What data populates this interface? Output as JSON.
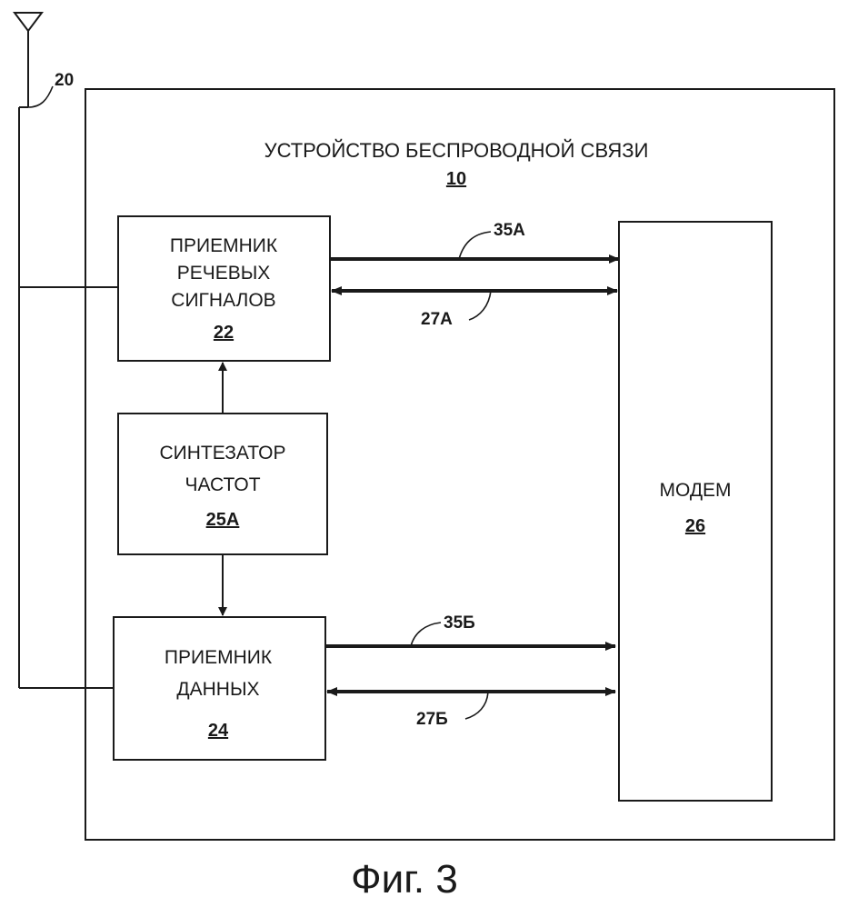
{
  "antenna": {
    "ref": "20"
  },
  "device": {
    "title": "УСТРОЙСТВО БЕСПРОВОДНОЙ СВЯЗИ",
    "number": "10"
  },
  "voice_receiver": {
    "line1": "ПРИЕМНИК",
    "line2": "РЕЧЕВЫХ",
    "line3": "СИГНАЛОВ",
    "number": "22"
  },
  "synthesizer": {
    "line1": "СИНТЕЗАТОР",
    "line2": "ЧАСТОТ",
    "number": "25А"
  },
  "data_receiver": {
    "line1": "ПРИЕМНИК",
    "line2": "ДАННЫХ",
    "number": "24"
  },
  "modem": {
    "label": "МОДЕМ",
    "number": "26"
  },
  "links": {
    "l35a": "35А",
    "l27a": "27А",
    "l35b": "35Б",
    "l27b": "27Б"
  },
  "caption": "Фиг. 3"
}
